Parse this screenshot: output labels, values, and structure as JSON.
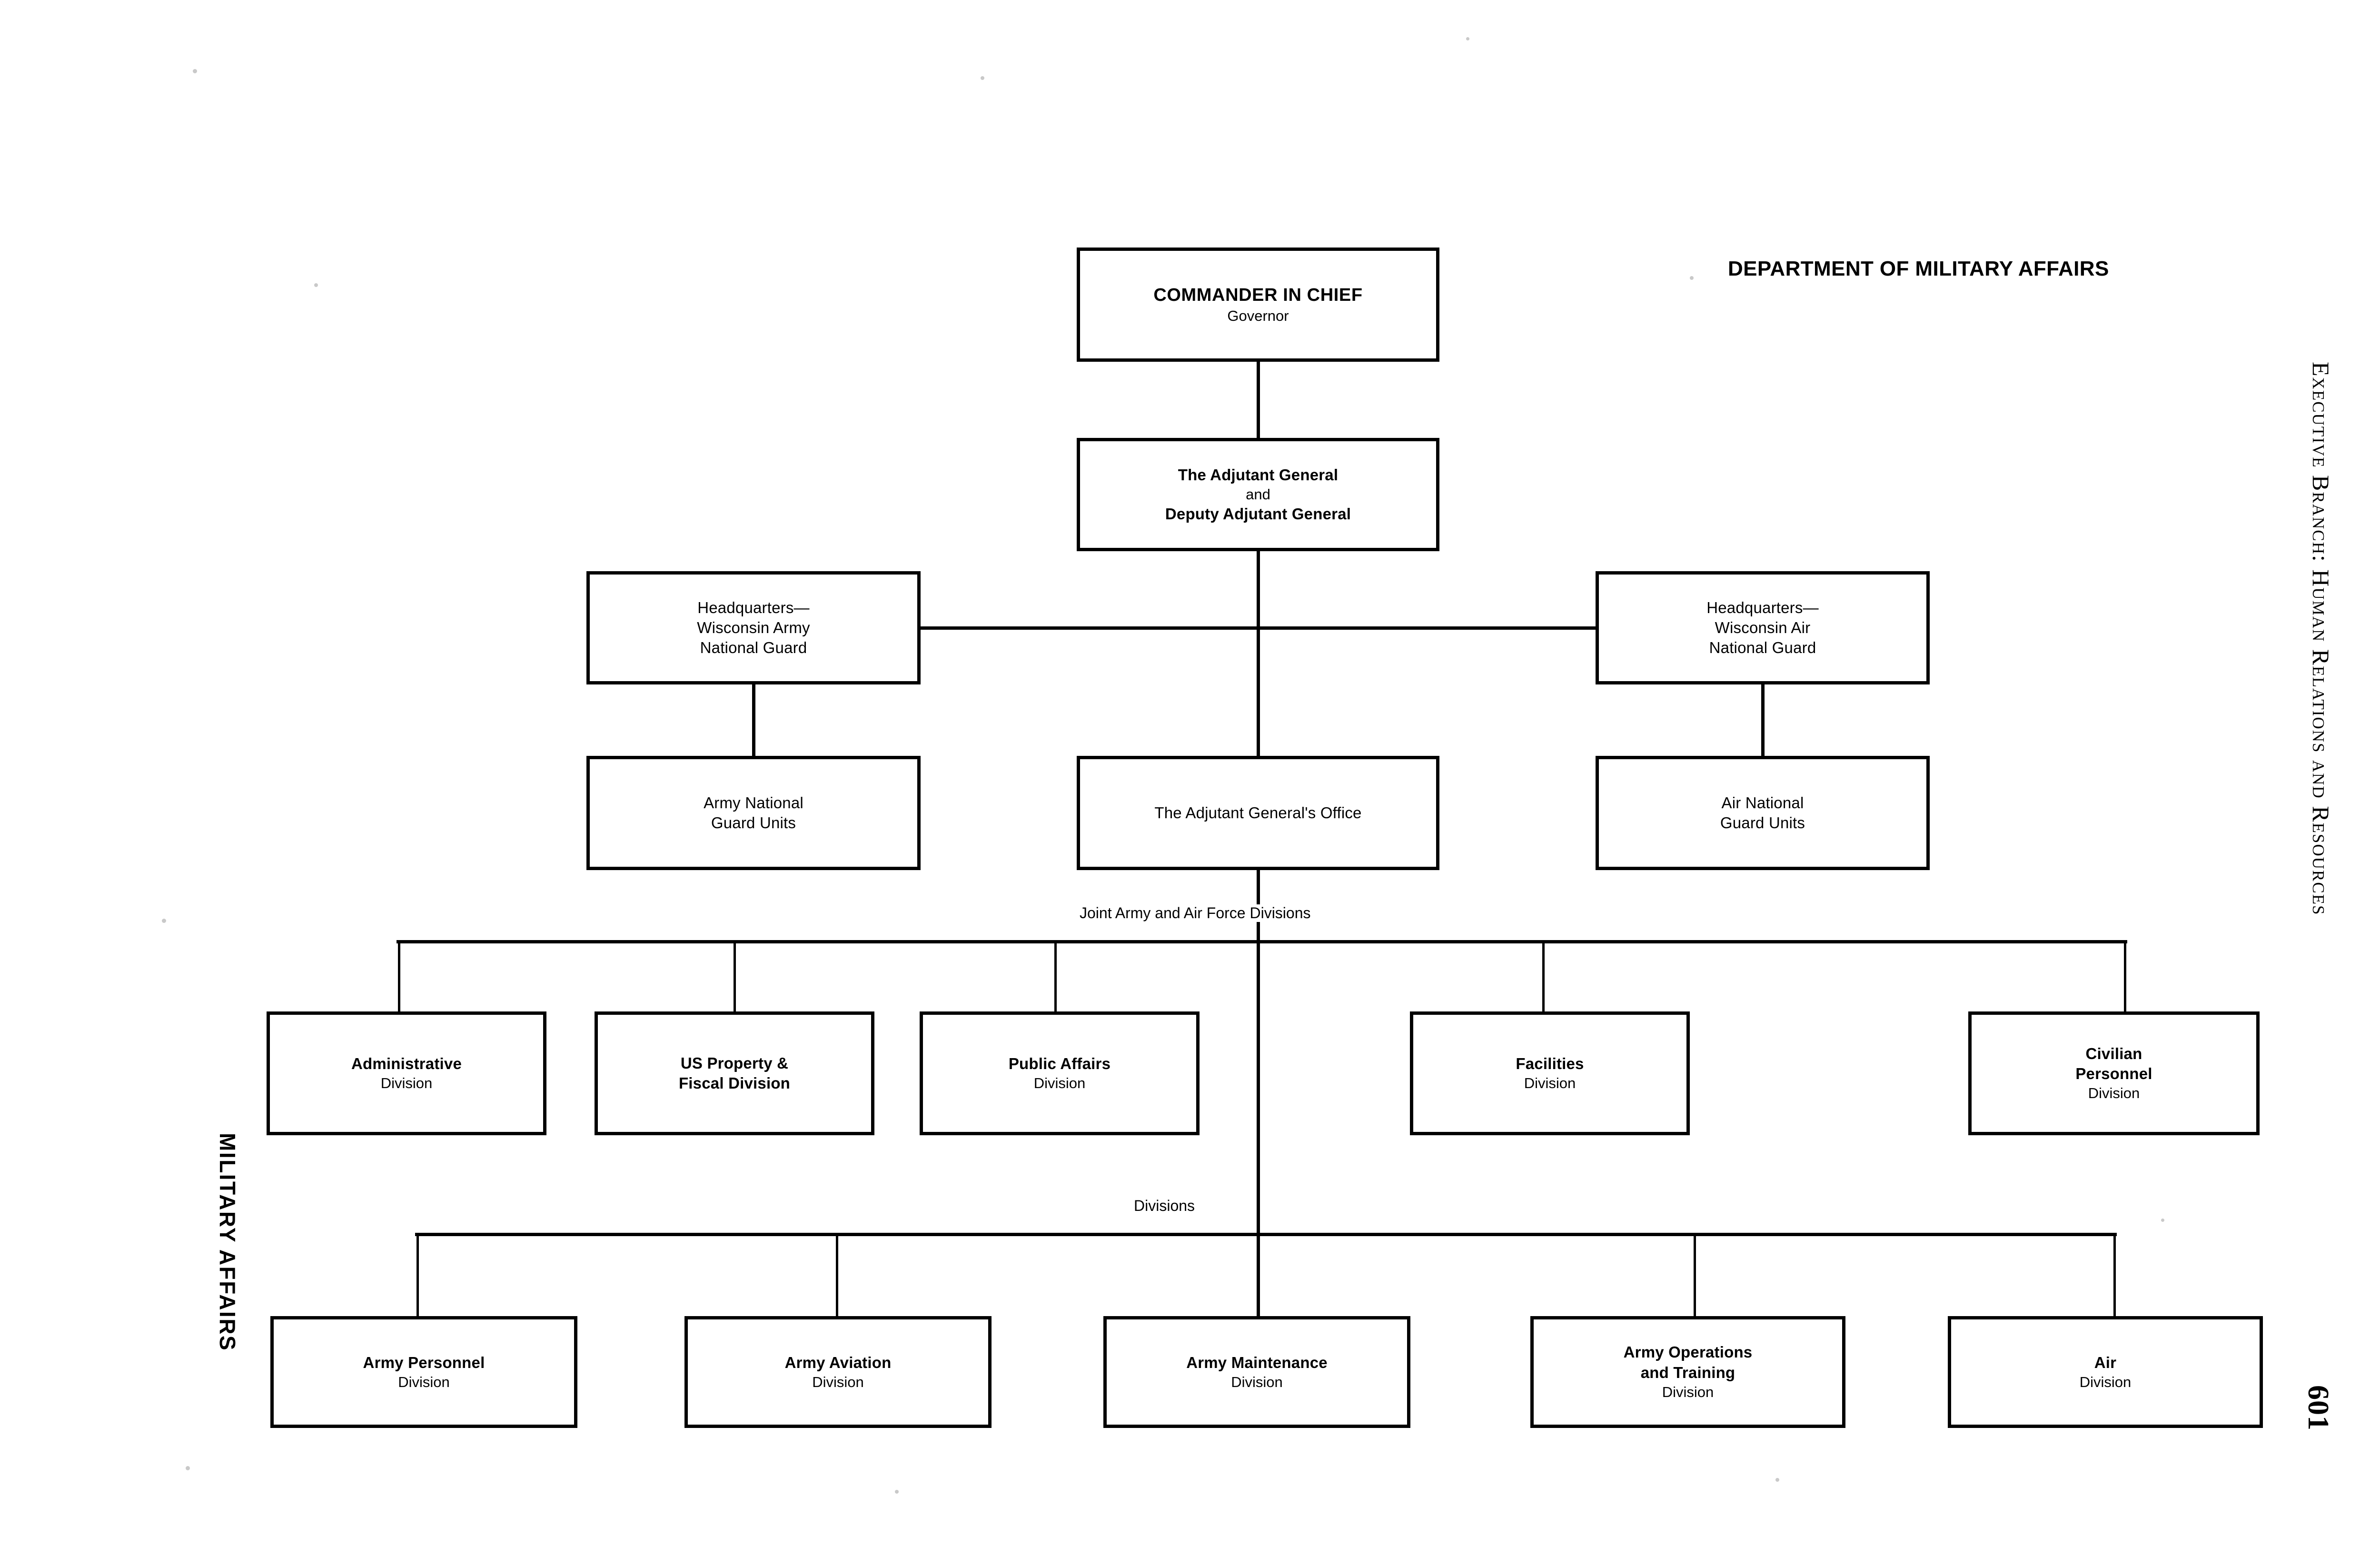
{
  "chart_title": "DEPARTMENT OF MILITARY AFFAIRS",
  "side_running_head": "Executive Branch: Human Relations and Resources",
  "left_running_head": "MILITARY AFFAIRS",
  "page_number": "601",
  "bus_labels": {
    "joint": "Joint Army and Air Force Divisions",
    "divisions": "Divisions"
  },
  "nodes": {
    "commander": {
      "title": "COMMANDER IN CHIEF",
      "subtitle": "Governor"
    },
    "adjutant_general": {
      "title": "The Adjutant General",
      "line2": "and",
      "line3": "Deputy Adjutant General"
    },
    "hq_army": {
      "title": "Headquarters—\nWisconsin Army\nNational Guard"
    },
    "hq_air": {
      "title": "Headquarters—\nWisconsin Air\nNational Guard"
    },
    "army_units": {
      "title": "Army National\nGuard Units"
    },
    "tag_office": {
      "title": "The Adjutant General's Office"
    },
    "air_units": {
      "title": "Air National\nGuard Units"
    }
  },
  "joint_divisions": [
    {
      "title": "Administrative",
      "subtitle": "Division"
    },
    {
      "title": "US Property &\nFiscal Division",
      "subtitle": ""
    },
    {
      "title": "Public Affairs",
      "subtitle": "Division"
    },
    {
      "title": "Facilities",
      "subtitle": "Division"
    },
    {
      "title": "Civilian\nPersonnel",
      "subtitle": "Division"
    }
  ],
  "service_divisions": [
    {
      "title": "Army Personnel",
      "subtitle": "Division"
    },
    {
      "title": "Army Aviation",
      "subtitle": "Division"
    },
    {
      "title": "Army Maintenance",
      "subtitle": "Division"
    },
    {
      "title": "Army Operations\nand Training",
      "subtitle": "Division"
    },
    {
      "title": "Air",
      "subtitle": "Division"
    }
  ],
  "colors": {
    "ink": "#000000",
    "paper": "#ffffff"
  }
}
